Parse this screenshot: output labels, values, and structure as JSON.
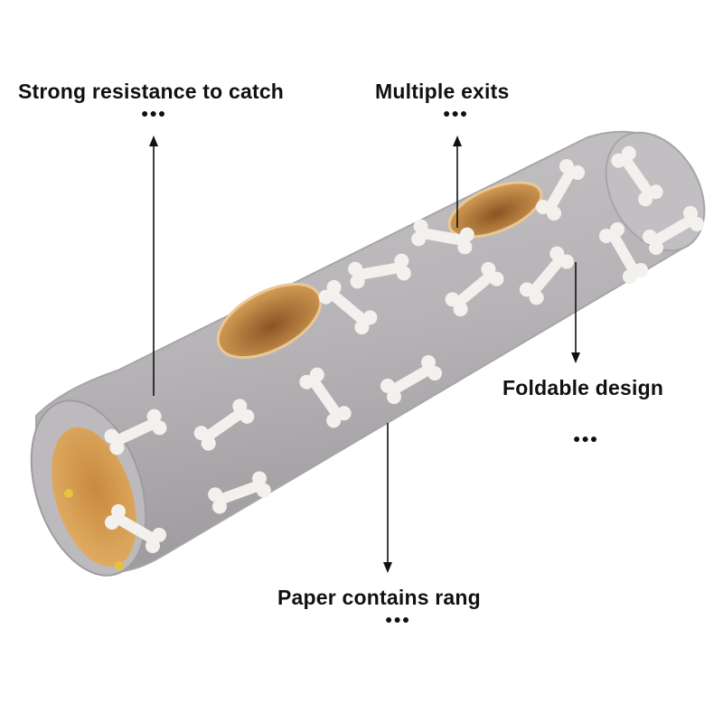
{
  "callouts": {
    "catch": {
      "text": "Strong resistance to catch",
      "dots": "●●●"
    },
    "exits": {
      "text": "Multiple exits",
      "dots": "●●●"
    },
    "fold": {
      "text": "Foldable design",
      "dots": "●●●"
    },
    "paper": {
      "text": "Paper contains rang",
      "dots": "●●●"
    }
  },
  "colors": {
    "fleece": "#b9b6b9",
    "fleece_shadow": "#9c999c",
    "lining": "#d7a35b",
    "lining_dark": "#8a5a24",
    "bone": "#f3f1ee",
    "text": "#111111"
  }
}
